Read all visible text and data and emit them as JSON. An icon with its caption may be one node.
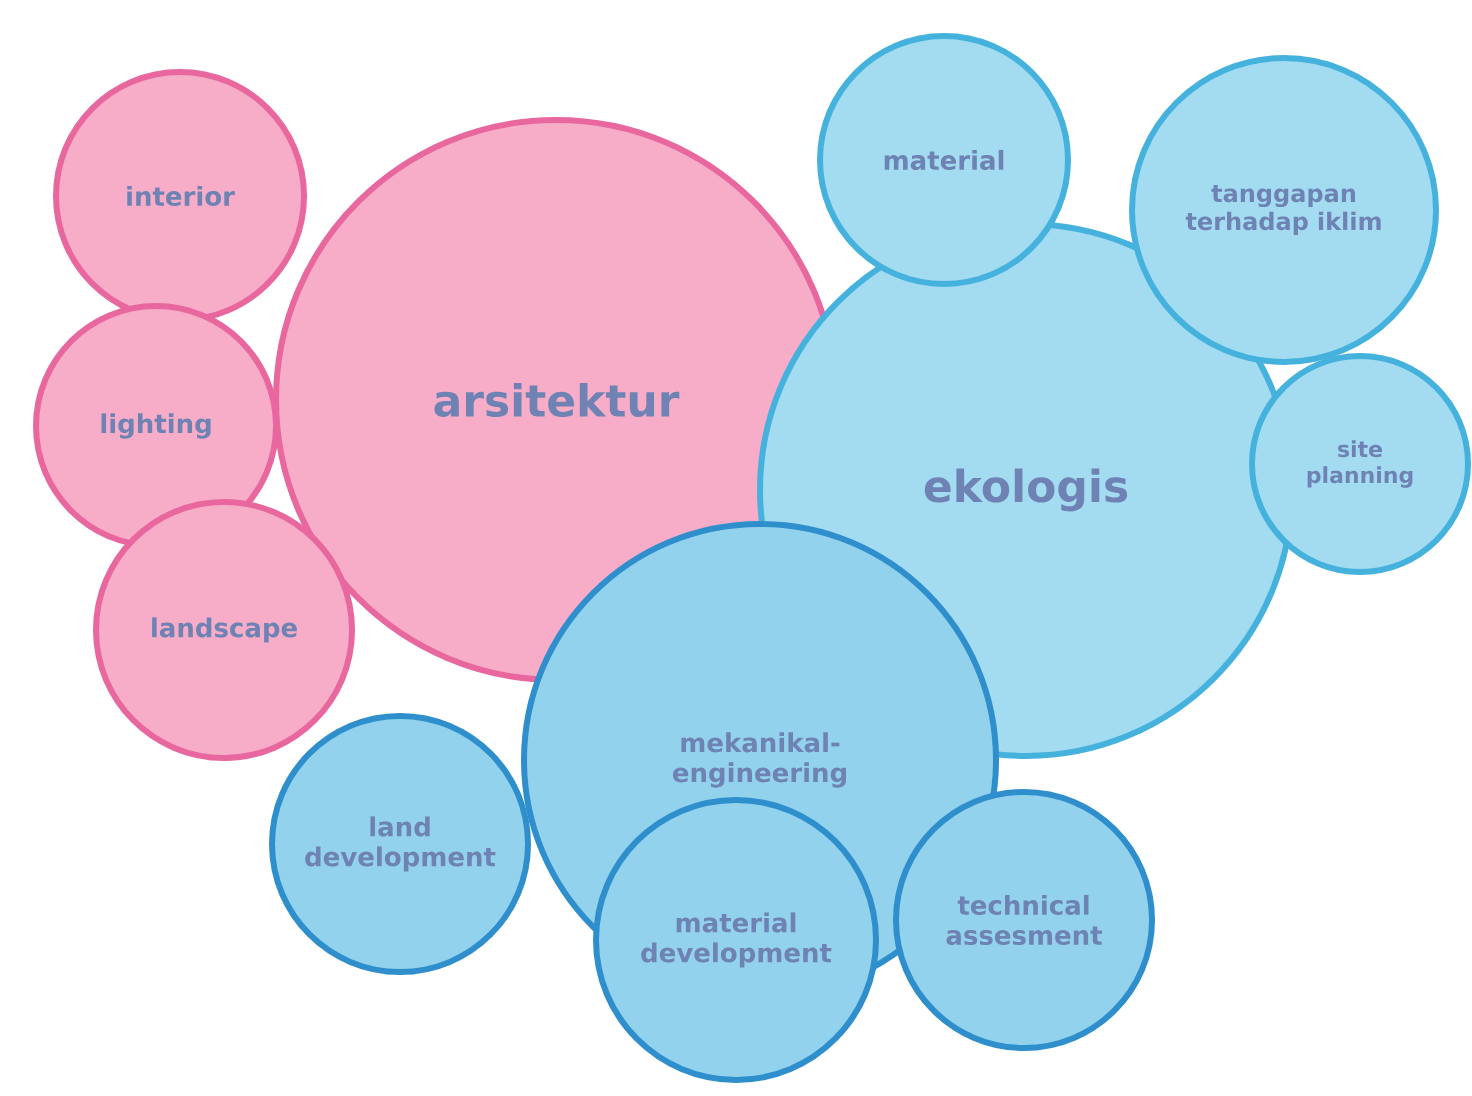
{
  "diagram": {
    "nodes": [
      {
        "text": [
          "interior"
        ]
      },
      {
        "text": [
          "lighting"
        ]
      },
      {
        "text": [
          "landscape"
        ]
      },
      {
        "text": [
          "arsitektur"
        ]
      },
      {
        "text": [
          "material"
        ]
      },
      {
        "text": [
          "tanggapan terhadap iklim"
        ]
      },
      {
        "text": [
          "site planning"
        ]
      },
      {
        "text": [
          "ekologis"
        ]
      },
      {
        "text": [
          "mekanikal-engineering"
        ]
      },
      {
        "text": [
          "land development"
        ]
      },
      {
        "text": [
          "material development"
        ]
      },
      {
        "text": [
          "technical assesment"
        ]
      }
    ]
  }
}
